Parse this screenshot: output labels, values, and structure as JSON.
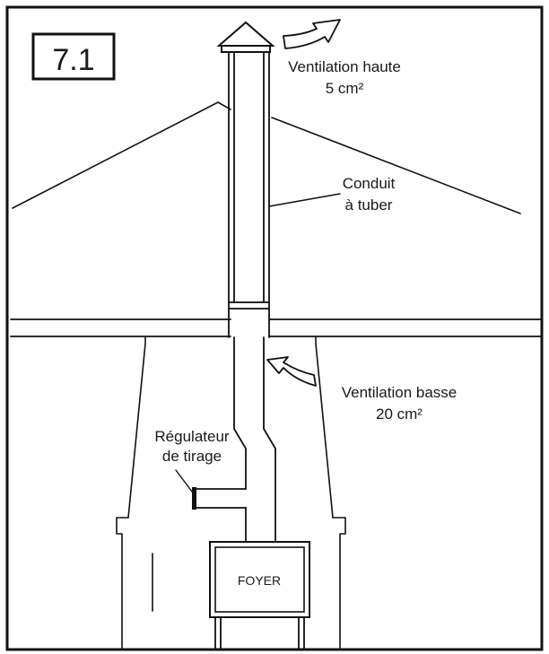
{
  "figure": {
    "number": "7.1",
    "labels": {
      "ventilation_haute_line1": "Ventilation haute",
      "ventilation_haute_line2": "5 cm²",
      "conduit_line1": "Conduit",
      "conduit_line2": "à tuber",
      "ventilation_basse_line1": "Ventilation basse",
      "ventilation_basse_line2": "20 cm²",
      "regulateur_line1": "Régulateur",
      "regulateur_line2": "de tirage",
      "foyer": "FOYER"
    }
  },
  "colors": {
    "line": "#111111",
    "background": "#ffffff"
  }
}
